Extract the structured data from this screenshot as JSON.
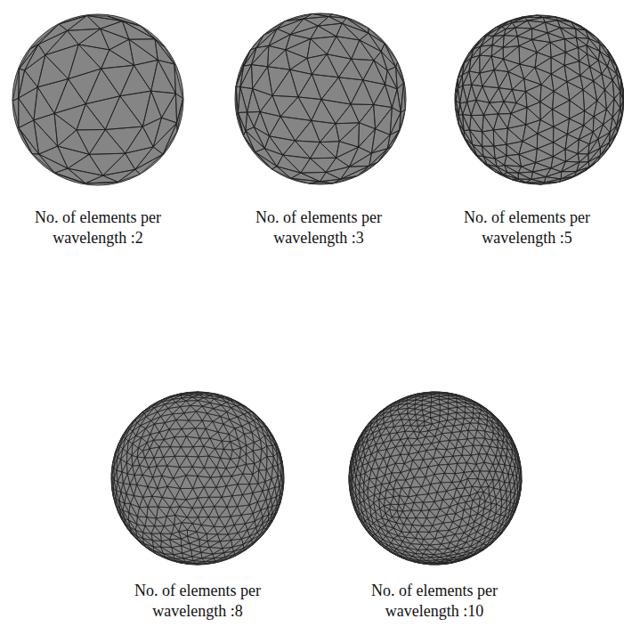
{
  "diagram": {
    "labels": [
      "No. of elements per wavelength :2",
      "No. of elements per wavelength :3",
      "No. of elements per wavelength :5",
      "No. of elements per wavelength :8",
      "No. of elements per wavelength :10"
    ]
  }
}
